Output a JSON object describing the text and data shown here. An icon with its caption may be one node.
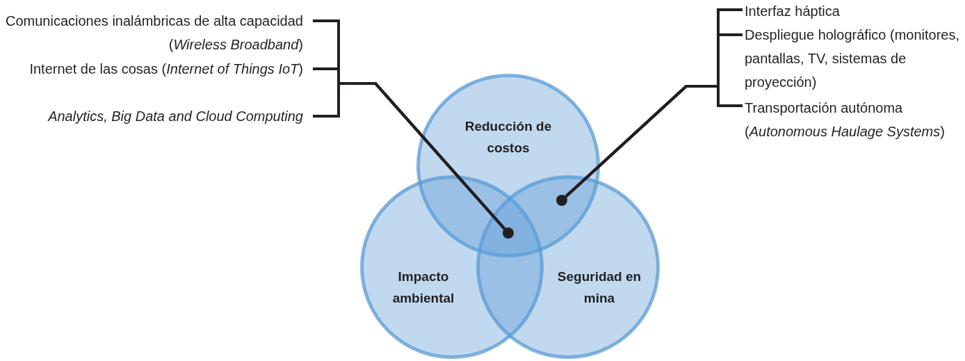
{
  "diagram": {
    "nodes": [
      {
        "text": [
          "Reducción de costos"
        ]
      },
      {
        "text": [
          "Impacto ambiental"
        ]
      },
      {
        "text": [
          "Seguridad en mina"
        ]
      },
      {
        "text": [
          "Comunicaciones inalámbricas de alta capacidad (*Wireless Broadband*)"
        ]
      },
      {
        "text": [
          "Internet de las cosas (*Internet of Things IoT*)"
        ]
      },
      {
        "text": [
          "Analytics, Big Data and Cloud Computing"
        ]
      },
      {
        "text": [],
        "shape": "circle"
      },
      {
        "text": [],
        "shape": "circle"
      },
      {
        "text": [
          "Interfaz háptica"
        ]
      },
      {
        "text": [
          "Despliegue holográfico (monitores, pantallas, TV, sistemas de proyección)"
        ]
      },
      {
        "text": [
          "Transportación autónoma (*Autonomous Haulage Systems*)"
        ]
      }
    ],
    "edges": [
      {
        "from": 3,
        "to": 6,
        "arrow": "none"
      },
      {
        "from": 4,
        "to": 6,
        "arrow": "none"
      },
      {
        "from": 5,
        "to": 6,
        "arrow": "none"
      },
      {
        "from": 8,
        "to": 7,
        "arrow": "none"
      },
      {
        "from": 9,
        "to": 7,
        "arrow": "none"
      },
      {
        "from": 10,
        "to": 7,
        "arrow": "none"
      }
    ]
  }
}
